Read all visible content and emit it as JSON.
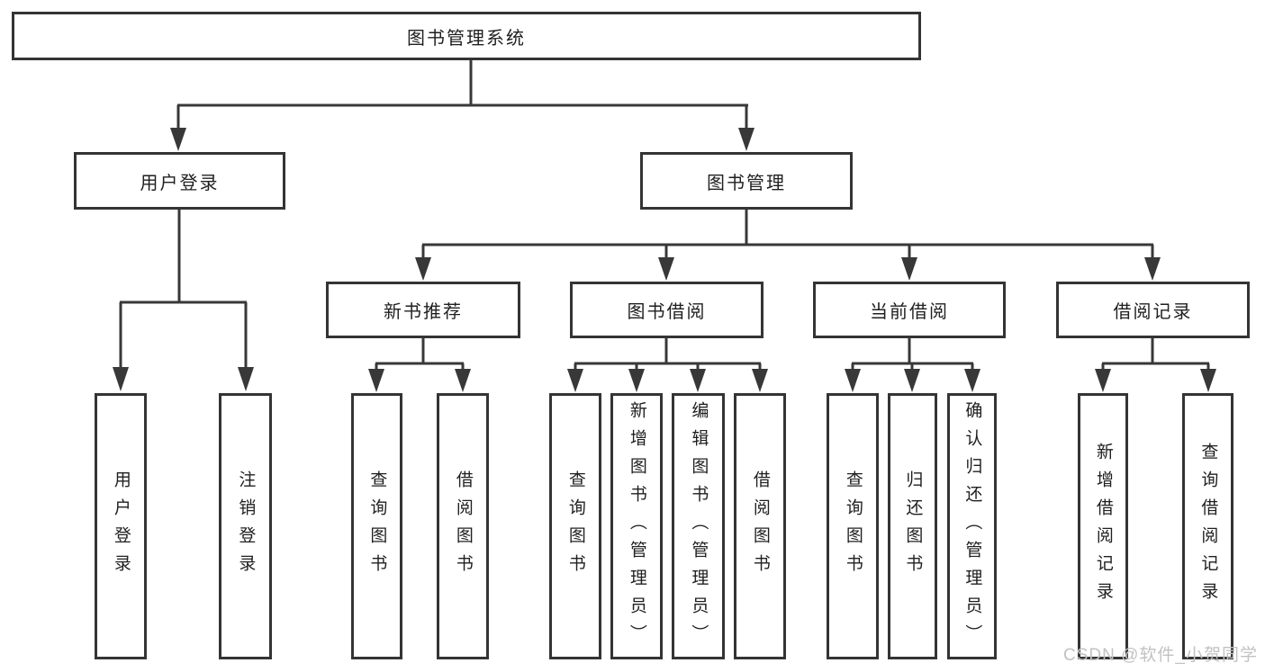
{
  "diagram": {
    "root": {
      "label": "图书管理系统"
    },
    "level2": [
      {
        "label": "用户登录"
      },
      {
        "label": "图书管理"
      }
    ],
    "level3": [
      {
        "label": "新书推荐"
      },
      {
        "label": "图书借阅"
      },
      {
        "label": "当前借阅"
      },
      {
        "label": "借阅记录"
      }
    ],
    "leaves": [
      {
        "label": "用户登录"
      },
      {
        "label": "注销登录"
      },
      {
        "label": "查询图书"
      },
      {
        "label": "借阅图书"
      },
      {
        "label": "查询图书"
      },
      {
        "label": "新增图书（管理员）"
      },
      {
        "label": "编辑图书（管理员）"
      },
      {
        "label": "借阅图书"
      },
      {
        "label": "查询图书"
      },
      {
        "label": "归还图书"
      },
      {
        "label": "确认归还（管理员）"
      },
      {
        "label": "新增借阅记录"
      },
      {
        "label": "查询借阅记录"
      }
    ],
    "watermark": "CSDN @软件_小贺同学",
    "colors": {
      "line": "#383838",
      "border": "#343434",
      "text": "#1f1f1f",
      "watermark": "#c2c2c2",
      "background": "#ffffff"
    }
  }
}
